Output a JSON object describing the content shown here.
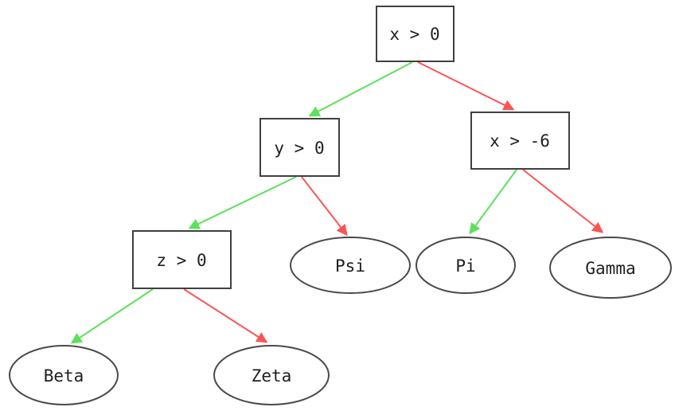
{
  "diagram": {
    "type": "decision-tree",
    "nodes": {
      "root": {
        "label": "x > 0",
        "shape": "box"
      },
      "y_gt_0": {
        "label": "y > 0",
        "shape": "box"
      },
      "x_gt_neg6": {
        "label": "x > -6",
        "shape": "box"
      },
      "z_gt_0": {
        "label": "z > 0",
        "shape": "box"
      },
      "psi": {
        "label": "Psi",
        "shape": "ellipse"
      },
      "pi": {
        "label": "Pi",
        "shape": "ellipse"
      },
      "gamma": {
        "label": "Gamma",
        "shape": "ellipse"
      },
      "beta": {
        "label": "Beta",
        "shape": "ellipse"
      },
      "zeta": {
        "label": "Zeta",
        "shape": "ellipse"
      }
    },
    "edges": [
      {
        "from": "root",
        "to": "y_gt_0",
        "branch": "true",
        "color": "#5ce05c"
      },
      {
        "from": "root",
        "to": "x_gt_neg6",
        "branch": "false",
        "color": "#fa5555"
      },
      {
        "from": "y_gt_0",
        "to": "z_gt_0",
        "branch": "true",
        "color": "#5ce05c"
      },
      {
        "from": "y_gt_0",
        "to": "psi",
        "branch": "false",
        "color": "#fa5555"
      },
      {
        "from": "x_gt_neg6",
        "to": "pi",
        "branch": "true",
        "color": "#5ce05c"
      },
      {
        "from": "x_gt_neg6",
        "to": "gamma",
        "branch": "false",
        "color": "#fa5555"
      },
      {
        "from": "z_gt_0",
        "to": "beta",
        "branch": "true",
        "color": "#5ce05c"
      },
      {
        "from": "z_gt_0",
        "to": "zeta",
        "branch": "false",
        "color": "#fa5555"
      }
    ],
    "colors": {
      "true_branch": "#5ce05c",
      "false_branch": "#fa5555",
      "node_border": "#404040",
      "node_fill": "#ffffff",
      "label_text": "#1f1f1f",
      "background": "#ffffff"
    }
  }
}
